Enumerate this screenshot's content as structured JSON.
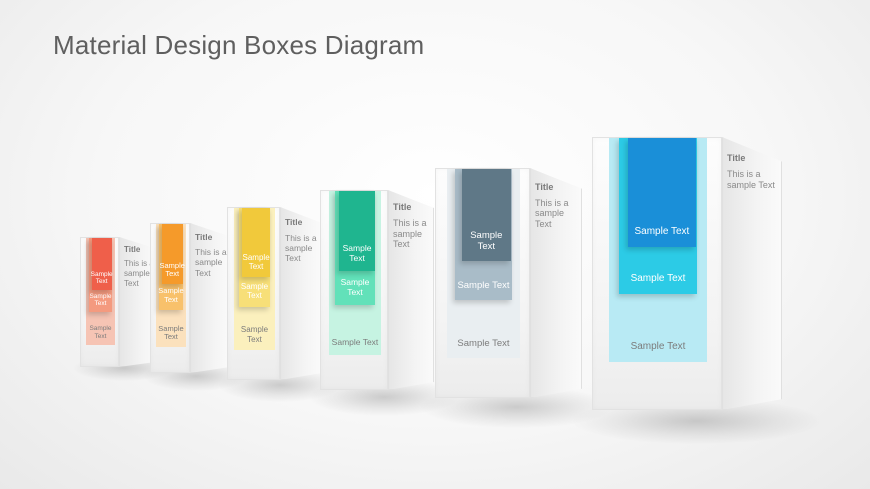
{
  "title": "Material Design Boxes Diagram",
  "boxes": [
    {
      "side_title": "Title",
      "side_body": "This is a sample Text",
      "colors": [
        "#f6c4b4",
        "#f49a7f",
        "#ef5f4a"
      ],
      "labels": [
        "Sample Text",
        "Sample Text",
        "Sample Text"
      ]
    },
    {
      "side_title": "Title",
      "side_body": "This is a sample Text",
      "colors": [
        "#fbe1bd",
        "#f8c16b",
        "#f59a2a"
      ],
      "labels": [
        "Sample Text",
        "Sample Text",
        "Sample Text"
      ]
    },
    {
      "side_title": "Title",
      "side_body": "This is a sample Text",
      "colors": [
        "#fbf0bd",
        "#f7df78",
        "#f1c93b"
      ],
      "labels": [
        "Sample Text",
        "Sample Text",
        "Sample Text"
      ]
    },
    {
      "side_title": "Title",
      "side_body": "This is a sample Text",
      "colors": [
        "#c6f3e2",
        "#62e1b9",
        "#1fb58f"
      ],
      "labels": [
        "Sample Text",
        "Sample Text",
        "Sample Text"
      ]
    },
    {
      "side_title": "Title",
      "side_body": "This is a sample Text",
      "colors": [
        "#e9eef1",
        "#a9bcc8",
        "#5f7887"
      ],
      "labels": [
        "Sample Text",
        "Sample Text",
        "Sample Text"
      ]
    },
    {
      "side_title": "Title",
      "side_body": "This is a sample Text",
      "colors": [
        "#b8eaf4",
        "#2ccbe6",
        "#1a8fd8"
      ],
      "labels": [
        "Sample Text",
        "Sample Text",
        "Sample Text"
      ]
    }
  ]
}
